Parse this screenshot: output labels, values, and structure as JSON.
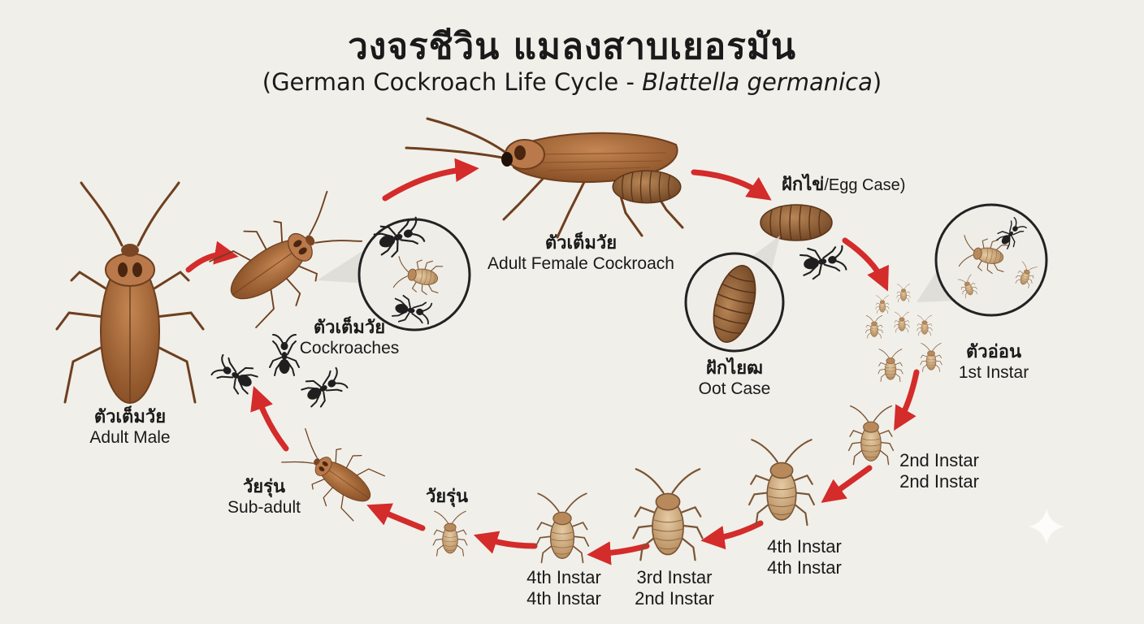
{
  "title": "วงจรชีวิน แมลงสาบเยอรมัน",
  "subtitle": {
    "prefix": "(German Cockroach Life Cycle - ",
    "species": "Blattella germanica",
    "suffix": ")"
  },
  "stages": {
    "adult_male": {
      "th": "ตัวเต็มวัย",
      "en": "Adult Male"
    },
    "adult_cockroaches": {
      "th": "ตัวเต็มวัย",
      "en": "Cockroaches"
    },
    "adult_female": {
      "th": "ตัวเต็มวัย",
      "en": "Adult Female Cockroach"
    },
    "egg_case": {
      "th": "ฝักไข่",
      "en": "/Egg Case)"
    },
    "oot_case": {
      "th": "ฝักไยฒ",
      "en": "Oot Case"
    },
    "first_instar": {
      "th": "ตัวอ่อน",
      "en": "1st Instar"
    },
    "second_instar": {
      "en": "2nd Instar",
      "en2": "2nd Instar"
    },
    "fourth_instar_a": {
      "en": "4th Instar",
      "en2": "4th Instar"
    },
    "third_instar": {
      "en": "3rd Instar",
      "en2": "2nd Instar"
    },
    "fourth_instar_b": {
      "en": "4th Instar",
      "en2": "4th Instar"
    },
    "sub_adult_a": {
      "th": "วัยรุ่น"
    },
    "sub_adult_b": {
      "th": "วัยรุ่น",
      "en": "Sub-adult"
    }
  },
  "colors": {
    "background": "#f1efe9",
    "arrow": "#d42b2b",
    "body": "#a8683a",
    "body_dark": "#6e3f1f",
    "nymph": "#c9a57a",
    "ant": "#1f1f1f"
  },
  "icons": [
    "cycle-arrow-icon",
    "cockroach-icon",
    "ant-icon",
    "egg-case-icon",
    "magnifier-icon",
    "sparkle-icon"
  ]
}
